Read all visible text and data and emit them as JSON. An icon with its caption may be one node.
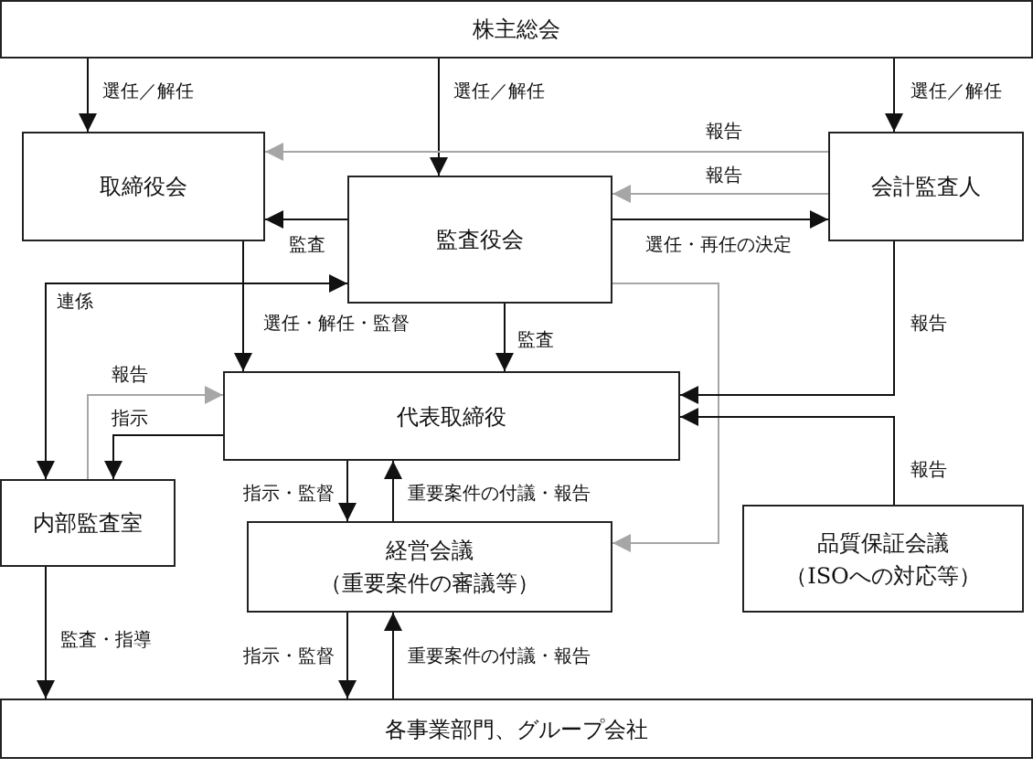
{
  "diagram": {
    "nodes": [
      {
        "text": [
          "株主総会"
        ]
      },
      {
        "text": [
          "取締役会"
        ]
      },
      {
        "text": [
          "監査役会"
        ]
      },
      {
        "text": [
          "会計監査人"
        ]
      },
      {
        "text": [
          "代表取締役"
        ]
      },
      {
        "text": [
          "内部監査室"
        ]
      },
      {
        "text": [
          "経営会議",
          "（重要案件の審議等）"
        ]
      },
      {
        "text": [
          "品質保証会議",
          "（ISOへの対応等）"
        ]
      },
      {
        "text": [
          "各事業部門、グループ会社"
        ]
      }
    ],
    "edges": [
      {
        "from": 0,
        "to": 1,
        "arrow": "to",
        "label": "選任／解任"
      },
      {
        "from": 0,
        "to": 2,
        "arrow": "to",
        "label": "選任／解任"
      },
      {
        "from": 0,
        "to": 3,
        "arrow": "to",
        "label": "選任／解任"
      },
      {
        "from": 3,
        "to": 1,
        "arrow": "to",
        "label": "報告",
        "color": "#a6a6a6"
      },
      {
        "from": 3,
        "to": 2,
        "arrow": "to",
        "label": "報告",
        "color": "#a6a6a6"
      },
      {
        "from": 2,
        "to": 1,
        "arrow": "to",
        "label": "監査"
      },
      {
        "from": 2,
        "to": 3,
        "arrow": "to",
        "label": "選任・再任の決定"
      },
      {
        "from": 1,
        "to": 4,
        "arrow": "to",
        "label": "選任・解任・監督"
      },
      {
        "from": 2,
        "to": 4,
        "arrow": "to",
        "label": "監査"
      },
      {
        "from": 5,
        "to": 2,
        "arrow": "both",
        "label": "連係"
      },
      {
        "from": 5,
        "to": 4,
        "arrow": "to",
        "label": "報告",
        "color": "#a6a6a6"
      },
      {
        "from": 4,
        "to": 5,
        "arrow": "to",
        "label": "指示"
      },
      {
        "from": 2,
        "to": 6,
        "arrow": "to",
        "color": "#a6a6a6"
      },
      {
        "from": 3,
        "to": 4,
        "arrow": "to",
        "label": "報告"
      },
      {
        "from": 7,
        "to": 4,
        "arrow": "to",
        "label": "報告"
      },
      {
        "from": 4,
        "to": 6,
        "arrow": "to",
        "label": "指示・監督"
      },
      {
        "from": 6,
        "to": 4,
        "arrow": "to",
        "label": "重要案件の付議・報告"
      },
      {
        "from": 6,
        "to": 8,
        "arrow": "to",
        "label": "指示・監督"
      },
      {
        "from": 8,
        "to": 6,
        "arrow": "to",
        "label": "重要案件の付議・報告"
      },
      {
        "from": 5,
        "to": 8,
        "arrow": "to",
        "label": "監査・指導"
      }
    ]
  }
}
